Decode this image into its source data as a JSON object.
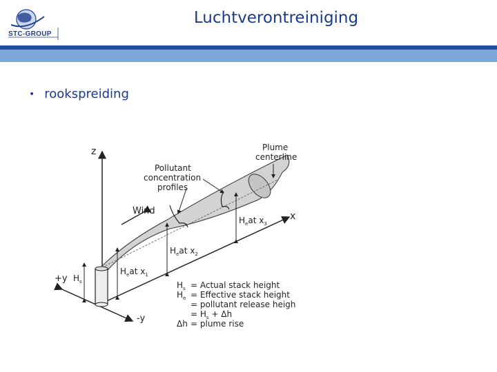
{
  "header": {
    "logo_text": "STC-GROUP",
    "title": "Luchtverontreiniging"
  },
  "content": {
    "bullet": "rookspreiding"
  },
  "figure": {
    "axis_z": "z",
    "axis_x": "x",
    "axis_plus_y": "+y",
    "axis_minus_y": "-y",
    "label_plume_1": "Plume",
    "label_plume_2": "centerline",
    "label_pollutant_1": "Pollutant",
    "label_pollutant_2": "concentration",
    "label_pollutant_3": "profiles",
    "label_wind": "Wind",
    "label_hs": "H",
    "label_hs_sub": "s",
    "label_he_x1": "H",
    "label_he_x1_sub": "e",
    "label_he_x1_rest": "at x",
    "label_he_x1_idx": "1",
    "label_he_x2": "H",
    "label_he_x2_sub": "e",
    "label_he_x2_rest": "at x",
    "label_he_x2_idx": "2",
    "label_he_x3": "H",
    "label_he_x3_sub": "e",
    "label_he_x3_rest": "at x",
    "label_he_x3_idx": "3",
    "legend": [
      {
        "sym": "H",
        "sub": "s",
        "text": "= Actual stack height"
      },
      {
        "sym": "H",
        "sub": "e",
        "text": "= Effective stack height"
      },
      {
        "sym": "",
        "sub": "",
        "text": "= pollutant release heigh"
      },
      {
        "sym": "",
        "sub": "",
        "text": "= H  + Δh"
      },
      {
        "sym": "Δh",
        "sub": "",
        "text": "= plume rise"
      }
    ],
    "legend_h_sub": "s"
  }
}
